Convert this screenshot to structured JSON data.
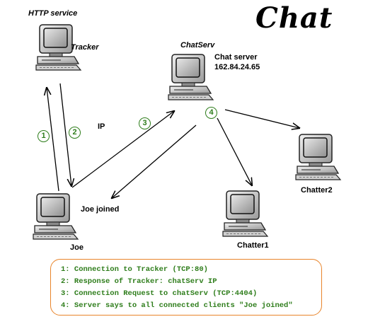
{
  "title": "Chat",
  "nodes": {
    "tracker": {
      "caption_top": "HTTP service",
      "caption_side": "Tracker"
    },
    "chatserv": {
      "caption_top": "ChatServ",
      "server_label": "Chat server",
      "server_ip": "162.84.24.65"
    },
    "joe": {
      "caption": "Joe"
    },
    "chatter1": {
      "caption": "Chatter1"
    },
    "chatter2": {
      "caption": "Chatter2"
    }
  },
  "flow_labels": {
    "ip": "IP",
    "joe_joined": "Joe joined"
  },
  "steps": [
    {
      "num": "1",
      "text": "1: Connection to Tracker (TCP:80)"
    },
    {
      "num": "2",
      "text": "2: Response of Tracker: chatServ IP"
    },
    {
      "num": "3",
      "text": "3: Connection Request to chatServ (TCP:4404)"
    },
    {
      "num": "4",
      "text": "4: Server says to all connected clients \"Joe joined\""
    }
  ],
  "colors": {
    "step_green": "#2e7d1b",
    "legend_border": "#e8842a",
    "arrow": "#000000",
    "computer_body": "#d6d6d6",
    "computer_screen": "#b5b5b5"
  },
  "icons": [
    "computer-icon"
  ]
}
